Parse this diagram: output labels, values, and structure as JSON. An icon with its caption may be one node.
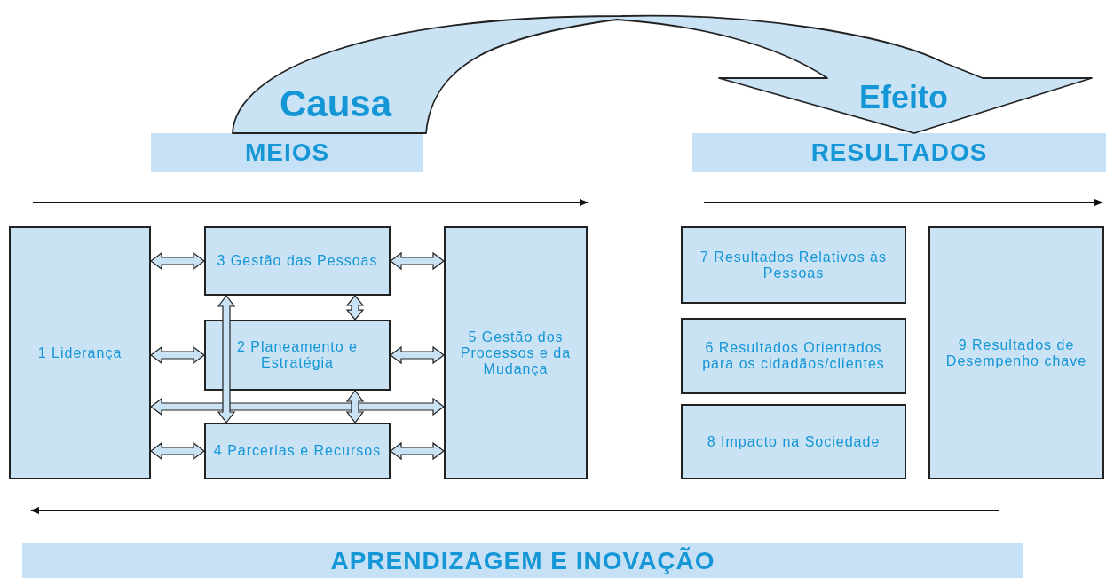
{
  "diagram": {
    "nodes": [
      {
        "text": [
          "MEIOS"
        ],
        "beside": [
          "Causa"
        ]
      },
      {
        "text": [
          "RESULTADOS"
        ],
        "beside": [
          "Efeito"
        ]
      },
      {
        "text": [
          "1 Liderança"
        ]
      },
      {
        "text": [
          "3 Gestão das Pessoas"
        ]
      },
      {
        "text": [
          "2 Planeamento e Estratégia"
        ]
      },
      {
        "text": [
          "4 Parcerias e Recursos"
        ]
      },
      {
        "text": [
          "5 Gestão dos Processos e da Mudança"
        ]
      },
      {
        "text": [
          "7 Resultados Relativos às Pessoas"
        ]
      },
      {
        "text": [
          "6 Resultados Orientados para os cidadãos/clientes"
        ]
      },
      {
        "text": [
          "8 Impacto na Sociedade"
        ]
      },
      {
        "text": [
          "9 Resultados de Desempenho chave"
        ]
      },
      {
        "text": [
          "APRENDIZAGEM E INOVAÇÃO"
        ]
      }
    ],
    "edges": [
      {
        "from": 0,
        "to": 1,
        "arrow": "to"
      },
      {
        "from": 2,
        "to": 3,
        "arrow": "both"
      },
      {
        "from": 3,
        "to": 6,
        "arrow": "both"
      },
      {
        "from": 2,
        "to": 4,
        "arrow": "both"
      },
      {
        "from": 4,
        "to": 6,
        "arrow": "both"
      },
      {
        "from": 2,
        "to": 5,
        "arrow": "both"
      },
      {
        "from": 5,
        "to": 6,
        "arrow": "both"
      },
      {
        "from": 2,
        "to": 6,
        "arrow": "both"
      },
      {
        "from": 3,
        "to": 4,
        "arrow": "both"
      },
      {
        "from": 3,
        "to": 5,
        "arrow": "both"
      },
      {
        "from": 4,
        "to": 5,
        "arrow": "both"
      }
    ]
  }
}
